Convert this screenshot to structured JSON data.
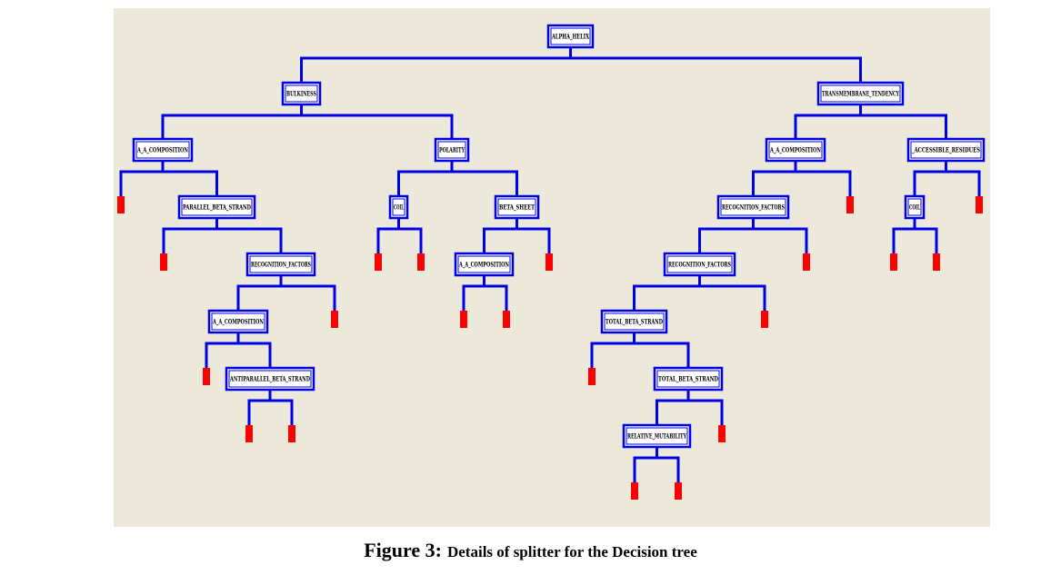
{
  "nodes": {
    "root": "ALPHA_HELIX",
    "n1": "BULKINESS",
    "n2": "TRANSMEMBRANE_TENDENCY",
    "n3": "A_A_COMPOSITION",
    "n4": "POLARITY",
    "n5": "A_A_COMPOSITION",
    "n6": "_ACCESSIBLE_RESIDUES",
    "n7": "PARALLEL_BETA_STRAND",
    "n8": "COIL",
    "n9": "BETA_SHEET",
    "n10": "RECOGNITION_FACTORS",
    "n11": "COIL",
    "n12": "RECOGNITION_FACTORS",
    "n13": "A_A_COMPOSITION",
    "n14": "RECOGNITION_FACTORS",
    "n15": "A_A_COMPOSITION",
    "n16": "TOTAL_BETA_STRAND",
    "n17": "ANTIPARALLEL_BETA_STRAND",
    "n18": "TOTAL_BETA_STRAND",
    "n19": "RELATIVE_MUTABILITY"
  },
  "colors": {
    "canvas": "#ece8da",
    "edge": "#0000e6",
    "node_border": "#0000e6",
    "node_fill": "#ffffff",
    "leaf": "#ff0000"
  },
  "caption": {
    "figure": "Figure 3:",
    "text": "Details of splitter for the Decision tree"
  }
}
